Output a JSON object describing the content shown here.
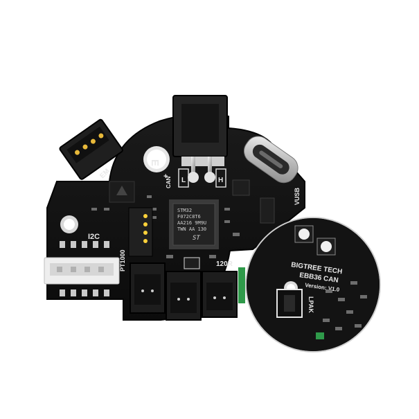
{
  "image": {
    "subject": "",
    "background_color": "#ffffff",
    "board_color": "#121212",
    "silkscreen_color": "#e9e9e9",
    "led_color": "#ffd23a"
  },
  "silkscreen": {
    "i2c": "I2C",
    "pt1000": "PT1000",
    "em": "EM",
    "can": "CAN",
    "can_l": "L",
    "can_h": "H",
    "vusb": "VUSB",
    "r120": "120R",
    "e_label": "E",
    "plus": "+"
  },
  "mcu": {
    "line1": "STM32",
    "line2": "F072C8T6",
    "line3": "AA216 9M9U",
    "line4": "TWN AA 130",
    "logo": "ST"
  },
  "zoom_inset": {
    "brand": "BIGTREE TECH",
    "model": "EBB36 CAN",
    "version": "Version: V1.0",
    "part": "LPAK"
  }
}
